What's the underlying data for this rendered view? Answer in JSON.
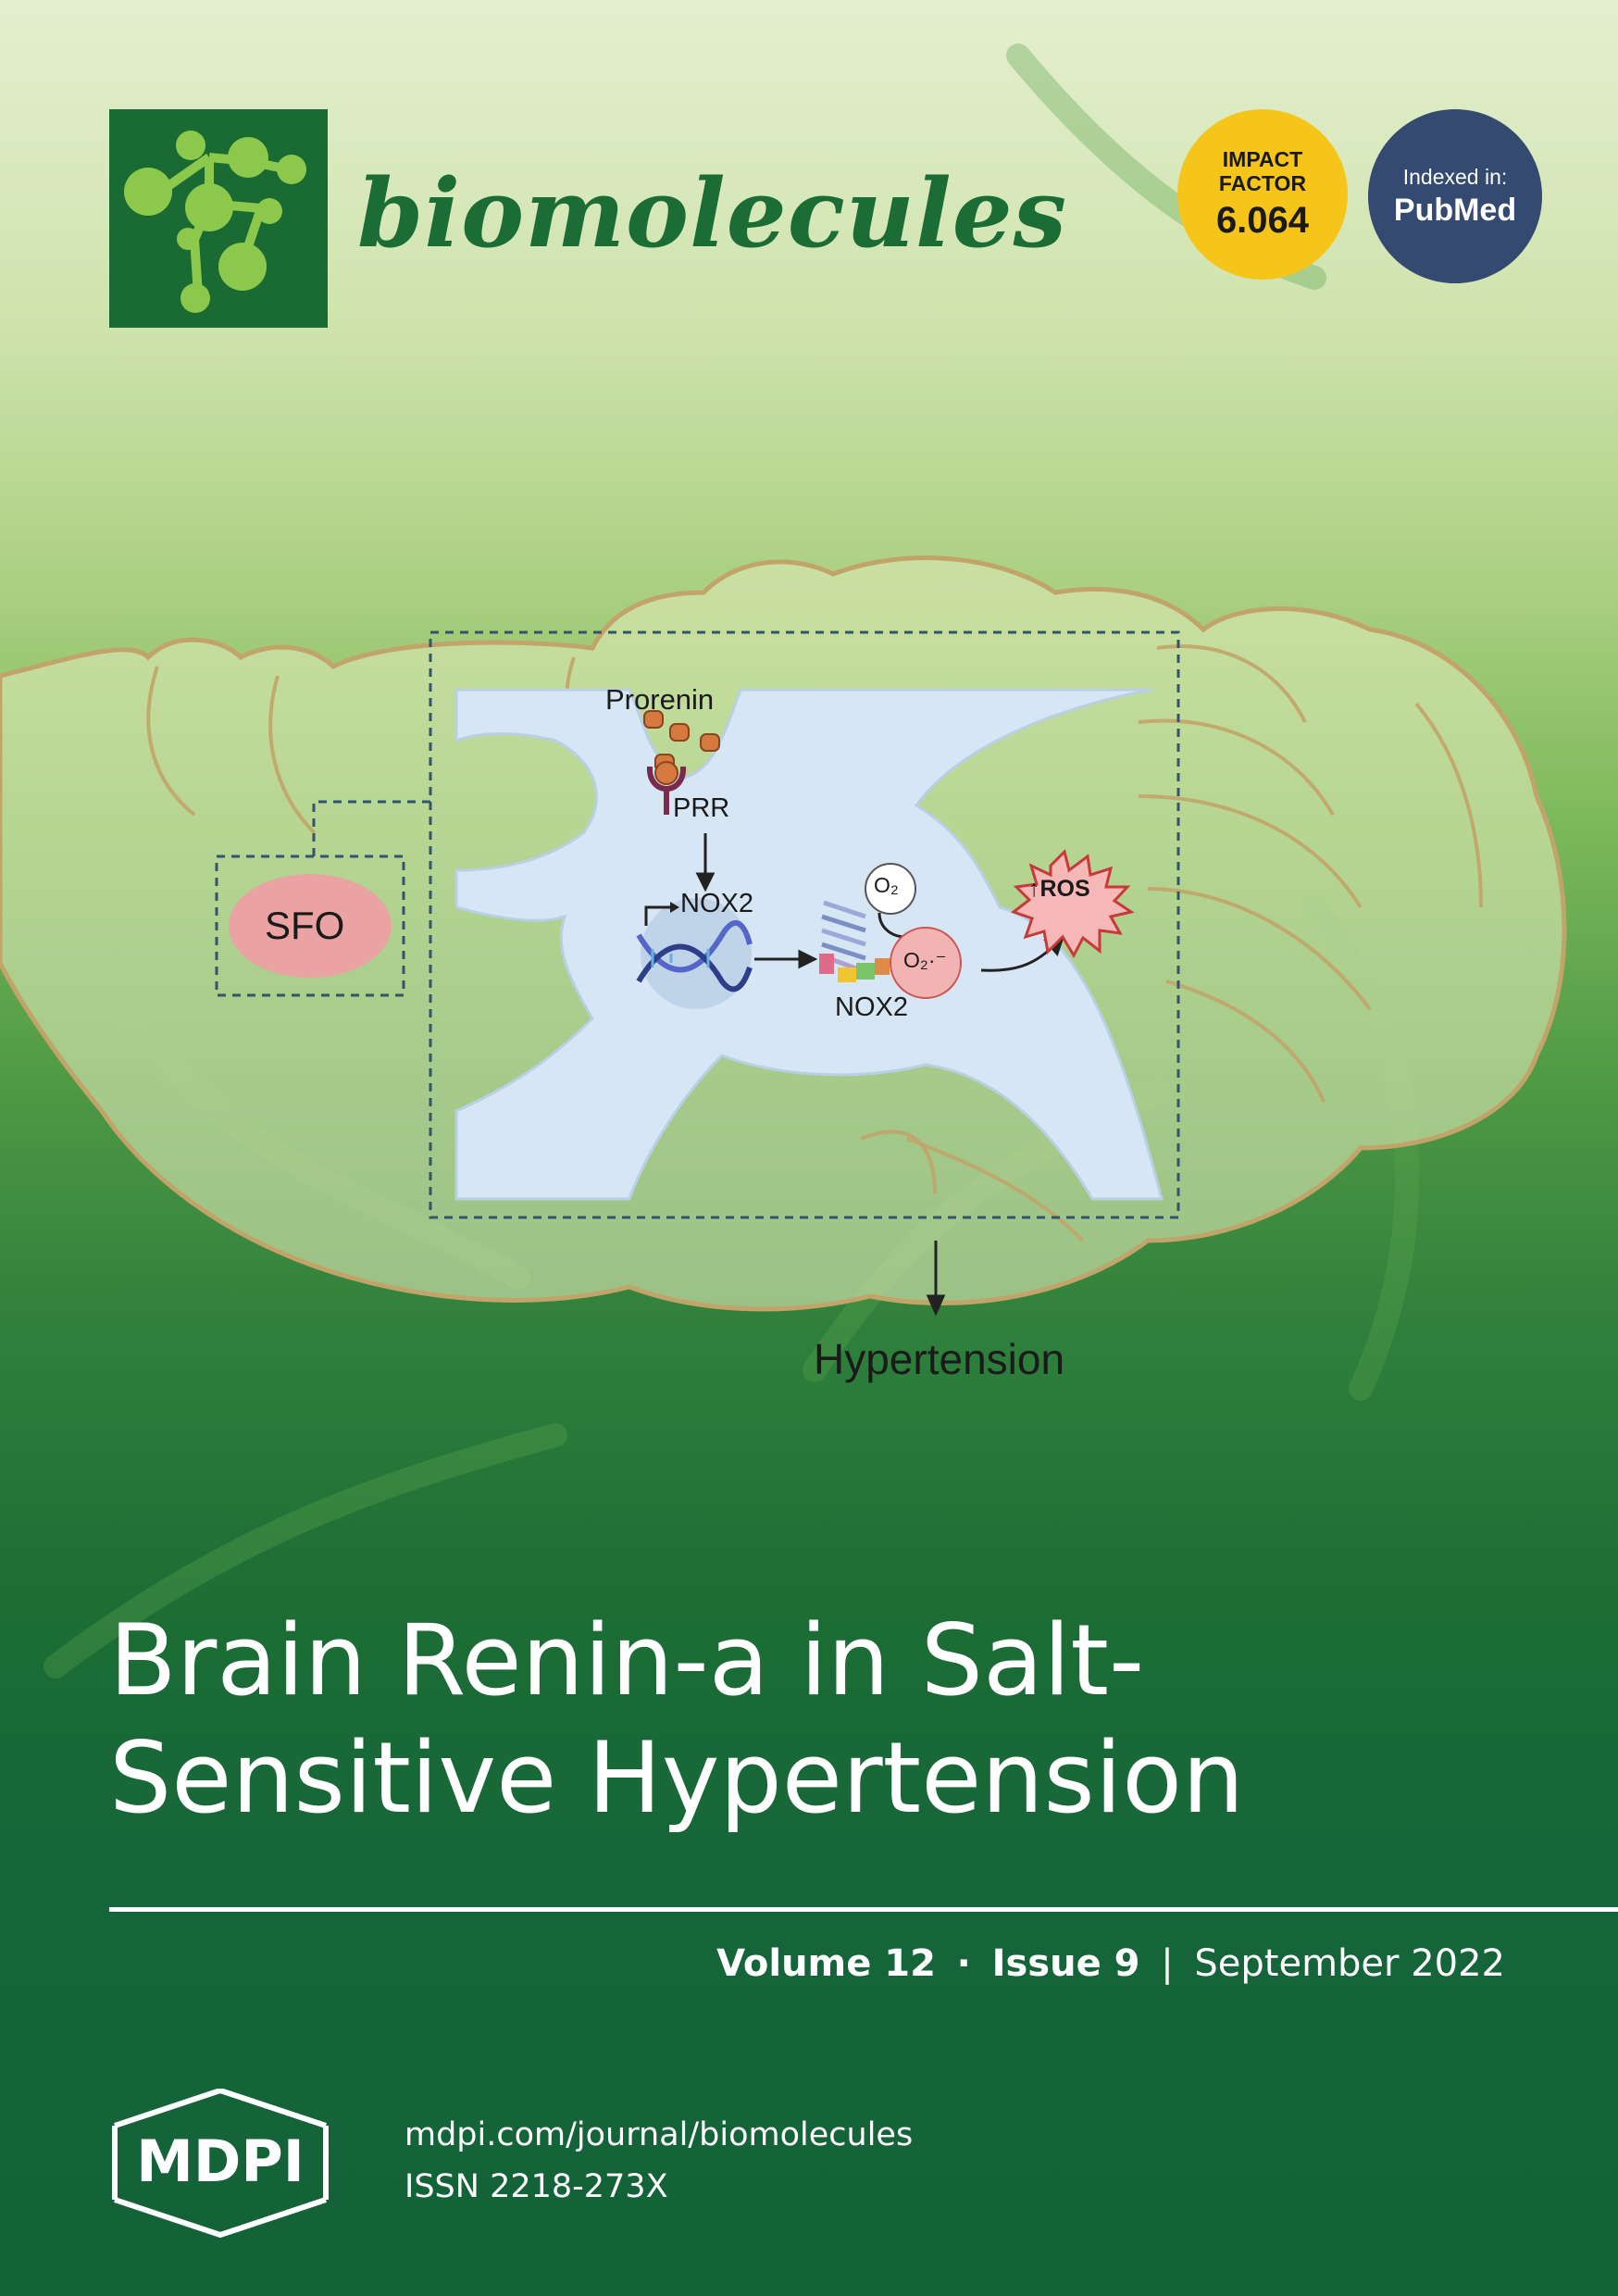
{
  "journal": {
    "name": "biomolecules",
    "impact_factor_line1": "IMPACT",
    "impact_factor_line2": "FACTOR",
    "impact_factor_value": "6.064",
    "indexed_label": "Indexed in:",
    "indexed_service": "PubMed"
  },
  "figure": {
    "prorenin": "Prorenin",
    "prr": "PRR",
    "nox2_gene": "NOX2",
    "o2": "O₂",
    "o2_radical": "O₂·⁻",
    "nox2_protein": "NOX2",
    "ros": "ROS",
    "sfo": "SFO",
    "outcome": "Hypertension"
  },
  "article": {
    "title_line1": "Brain Renin-a in Salt-",
    "title_line2": "Sensitive Hypertension"
  },
  "issue": {
    "volume": "Volume 12",
    "dot": "·",
    "issue": "Issue 9",
    "bar": "|",
    "date": "September 2022"
  },
  "publisher": {
    "name": "MDPI",
    "url": "mdpi.com/journal/biomolecules",
    "issn": "ISSN 2218-273X"
  },
  "colors": {
    "journal_green": "#1a6a33",
    "impact_yellow": "#f5c519",
    "pubmed_navy": "#354a70",
    "sfo_pink": "#eaa2a2",
    "cell_blue": "#d6e6f4"
  }
}
